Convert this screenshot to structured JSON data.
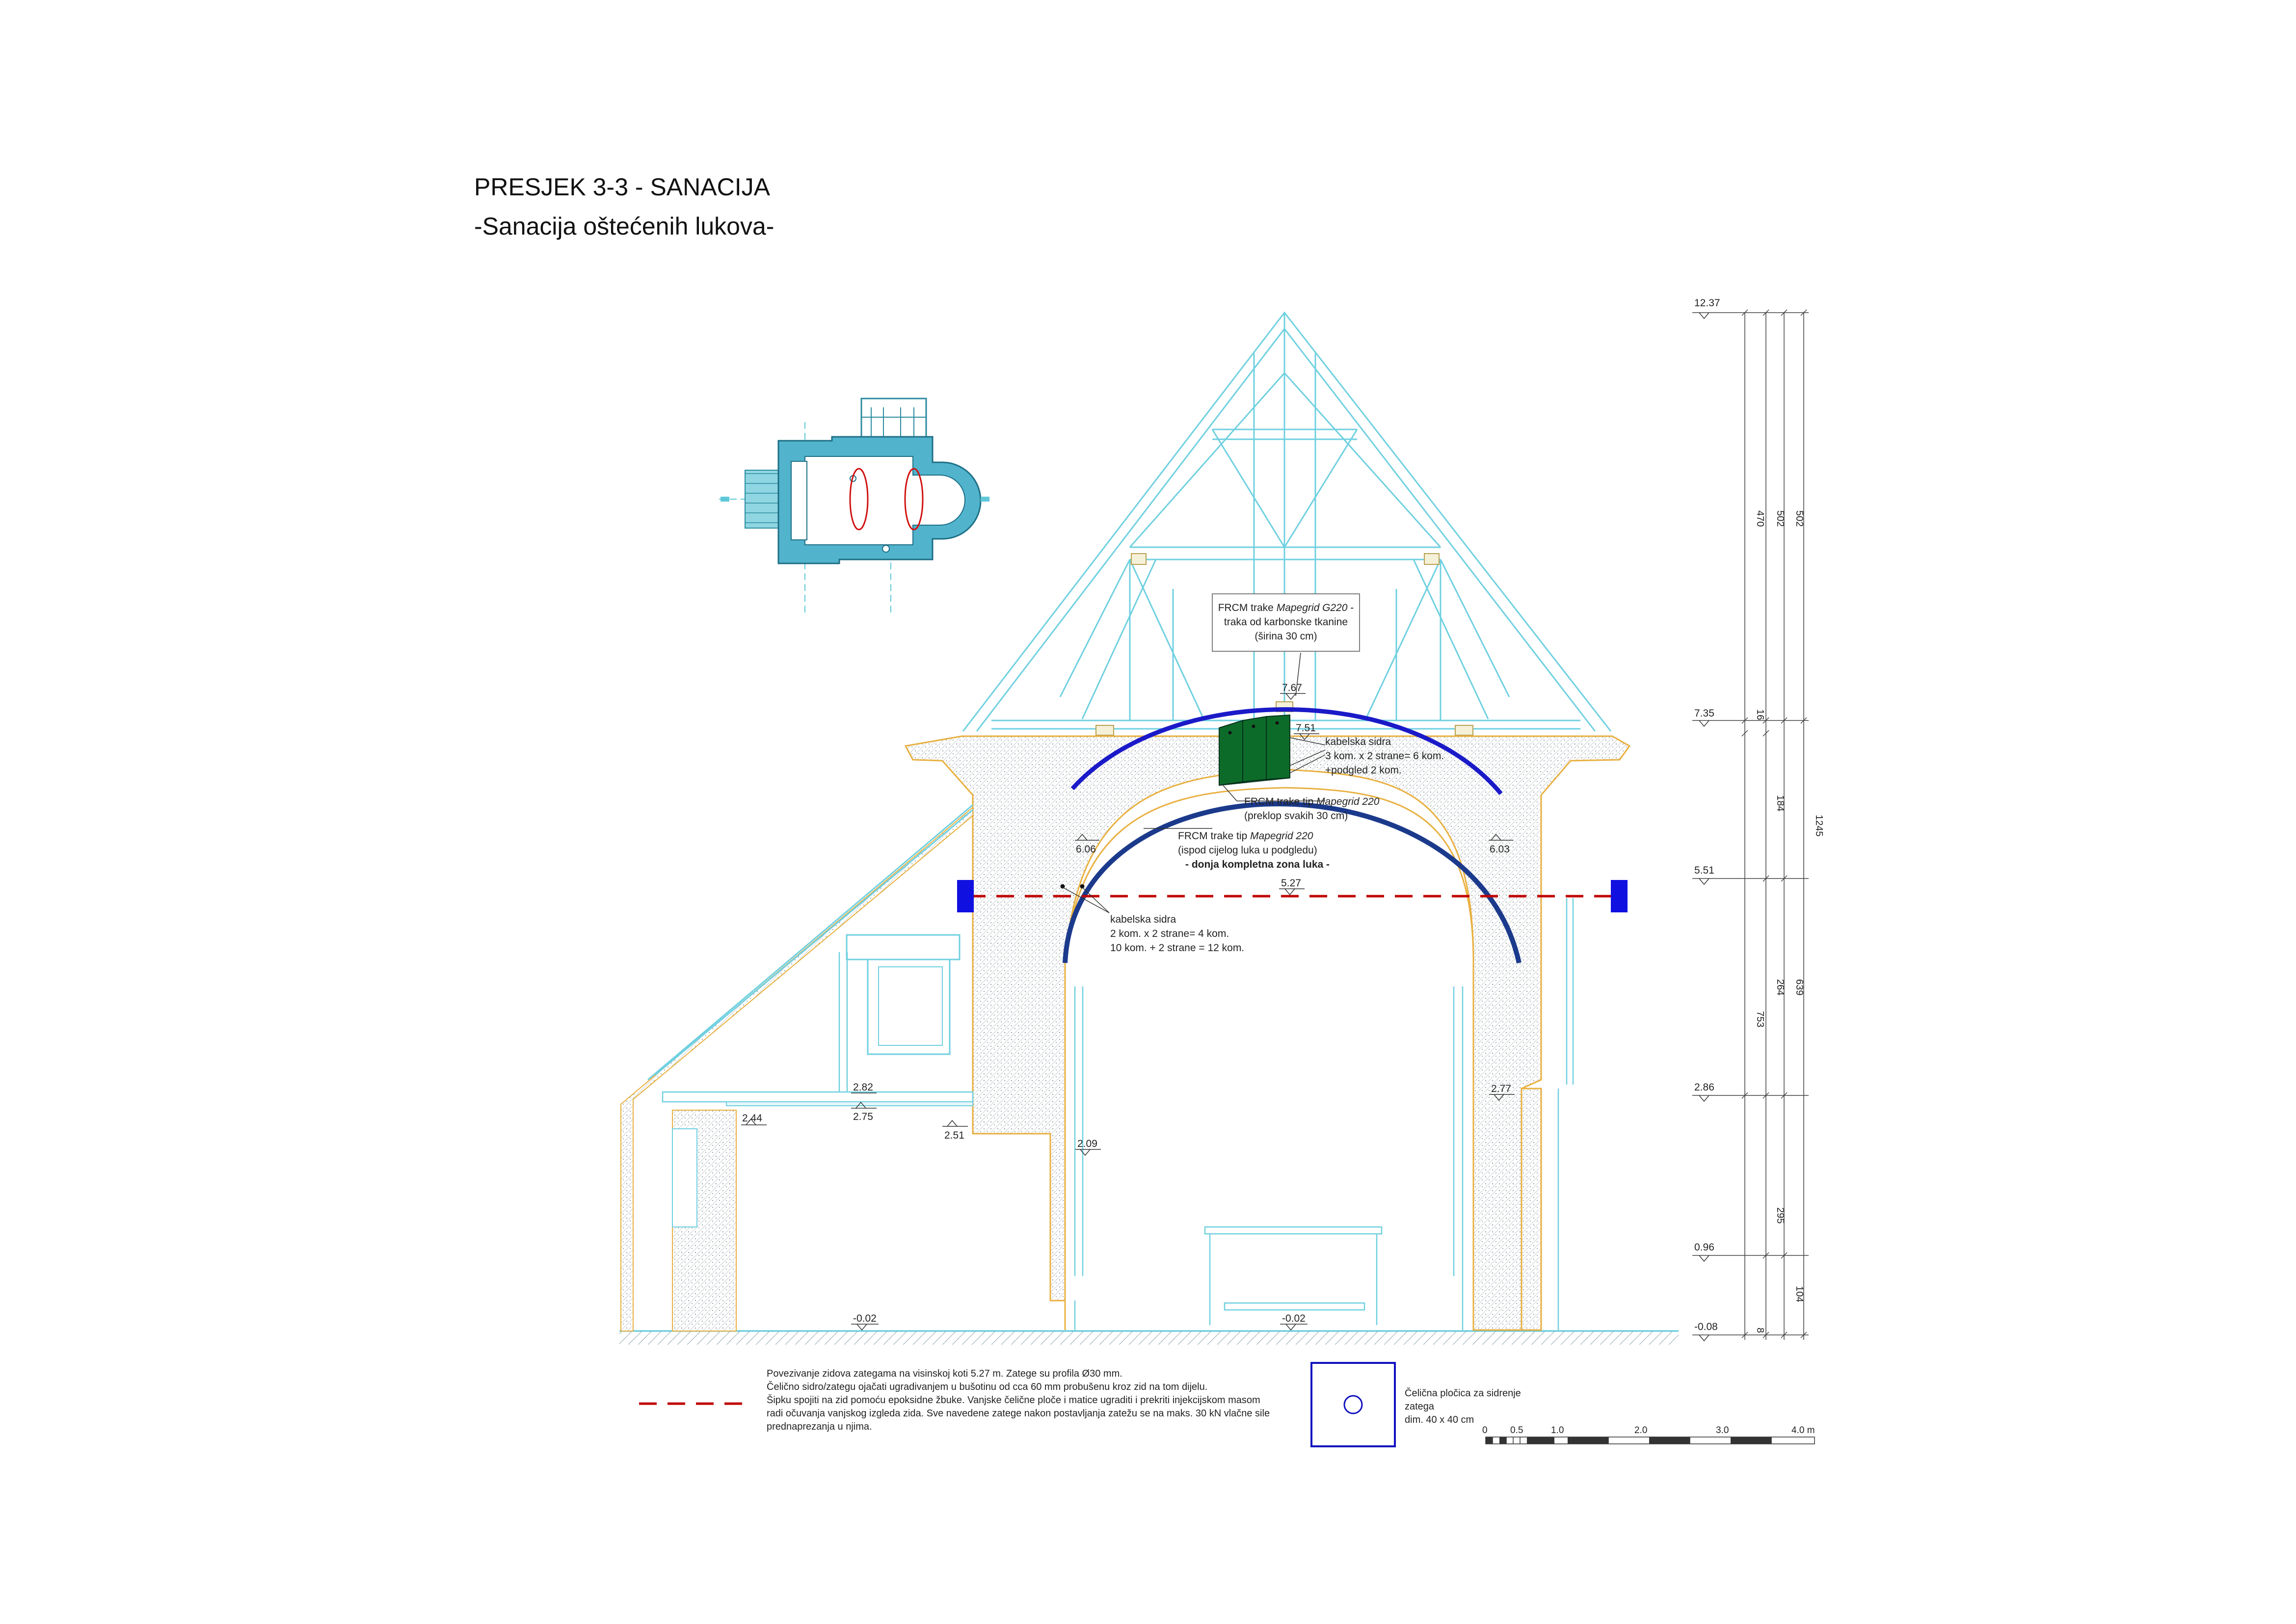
{
  "title": {
    "main": "PRESJEK 3-3 - SANACIJA",
    "sub": "-Sanacija oštećenih lukova-"
  },
  "colors": {
    "arch_outer": "#1a1ac8",
    "arch_inner": "#1b3a8c",
    "tie_rod": "#c00000",
    "anchor_plate": "#1010e0",
    "frcm_panel": "#0d6b2a",
    "structure_line": "#6fd0e0",
    "wall_outline": "#e8b040",
    "plan_fill": "#4fb0c8"
  },
  "callouts": {
    "frcm_g220": {
      "line1_a": "FRCM trake ",
      "line1_b": "Mapegrid G220",
      "line1_c": " -",
      "line2": "traka od karbonske tkanine",
      "line3": "(širina 30 cm)"
    },
    "anchors_top": {
      "line1": "kabelska sidra",
      "line2": "3 kom. x 2 strane= 6 kom.",
      "line3": "+podgled 2 kom."
    },
    "frcm_overlap": {
      "line1_a": "FRCM trake tip ",
      "line1_b": "Mapegrid 220",
      "line2": "(preklop svakih 30 cm)"
    },
    "frcm_under": {
      "line1_a": "FRCM trake tip ",
      "line1_b": "Mapegrid 220",
      "line2": "(ispod cijelog luka u podgledu)",
      "line3": "- donja kompletna zona luka -"
    },
    "anchors_bottom": {
      "line1": "kabelska sidra",
      "line2": "2 kom. x 2 strane= 4 kom.",
      "line3": "10 kom. + 2 strane = 12 kom."
    }
  },
  "elevations": {
    "crown_outer": "7.67",
    "crown_inner": "7.51",
    "springing_left": "6.06",
    "springing_right": "6.03",
    "tie_level": "5.27",
    "left_room_top": "2.82",
    "left_room_mid": "2.75",
    "left_room_low": "2.44",
    "left_wall_low": "2.51",
    "nave_left_low": "2.09",
    "nave_right": "2.77",
    "floor_left": "-0.02",
    "floor_center": "-0.02"
  },
  "right_levels": [
    "12.37",
    "7.35",
    "5.51",
    "2.86",
    "0.96",
    "-0.08"
  ],
  "dims": {
    "d470": "470",
    "d502a": "502",
    "d502b": "502",
    "d16": "16",
    "d184": "184",
    "d1245": "1245",
    "d264": "264",
    "d639": "639",
    "d753": "753",
    "d295": "295",
    "d104": "104",
    "d8": "8"
  },
  "legend": {
    "tie_text": [
      "Povezivanje zidova zategama na visinskoj koti 5.27 m. Zatege su profila Ø30 mm.",
      "Čelično sidro/zategu ojačati ugradivanjem u bušotinu od cca 60 mm probušenu kroz zid na tom dijelu.",
      "Šipku spojiti na zid pomoću epoksidne žbuke. Vanjske čelične ploče i matice ugraditi i prekriti injekcijskom masom",
      "radi očuvanja vanjskog izgleda zida. Sve navedene zatege nakon postavljanja zatežu se na maks. 30 kN vlačne sile",
      "prednaprezanja u njima."
    ],
    "plate_line1": "Čelična pločica za sidrenje zatega",
    "plate_line2": "dim. 40 x 40 cm"
  },
  "scale_bar": {
    "labels": [
      "0",
      "0.5",
      "1.0",
      "2.0",
      "3.0",
      "4.0 m"
    ]
  }
}
